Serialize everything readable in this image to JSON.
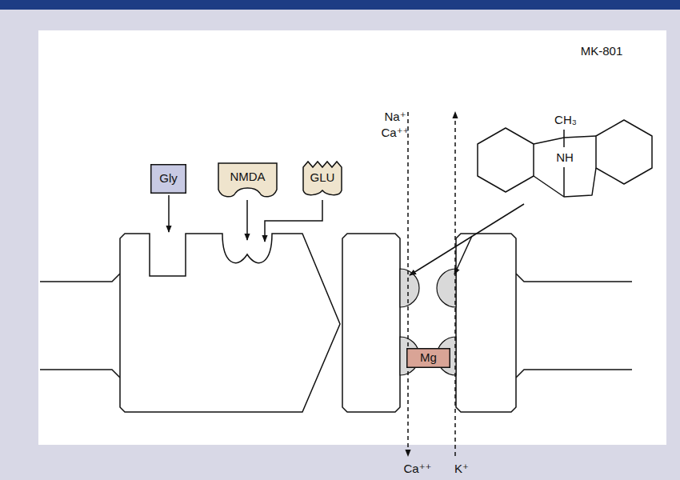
{
  "diagram": {
    "nodes": [
      {
        "text": [
          "Gly"
        ]
      },
      {
        "text": [
          "NMDA"
        ]
      },
      {
        "text": [
          "GLU"
        ]
      },
      {
        "text": [
          "Mg"
        ]
      }
    ],
    "labels": [
      "MK-801",
      "CH₃",
      "Na⁺",
      "Ca⁺⁺",
      "NH",
      "Ca⁺⁺",
      "K⁺"
    ]
  }
}
